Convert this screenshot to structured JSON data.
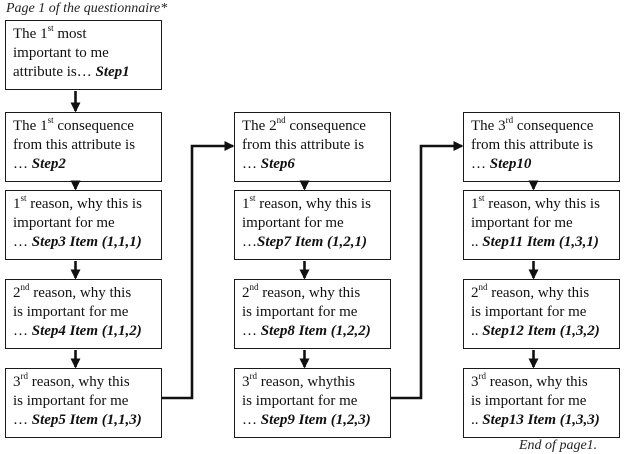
{
  "header_note": "Page 1 of the questionnaire*",
  "footer_note": "End of page1.",
  "columns": [
    {
      "boxes": [
        {
          "lines": [
            [
              {
                "t": "The 1"
              },
              {
                "t": "st",
                "sup": true
              },
              {
                "t": " most"
              }
            ],
            [
              {
                "t": "important to me"
              }
            ],
            [
              {
                "t": "attribute is… "
              },
              {
                "t": "Step1",
                "em": true
              }
            ]
          ]
        },
        {
          "lines": [
            [
              {
                "t": "The 1"
              },
              {
                "t": "st",
                "sup": true
              },
              {
                "t": " consequence"
              }
            ],
            [
              {
                "t": "from this attribute is"
              }
            ],
            [
              {
                "t": "… "
              },
              {
                "t": "Step2",
                "em": true
              }
            ]
          ]
        },
        {
          "lines": [
            [
              {
                "t": "1"
              },
              {
                "t": "st",
                "sup": true
              },
              {
                "t": " reason, why this is"
              }
            ],
            [
              {
                "t": "important for me"
              }
            ],
            [
              {
                "t": "… "
              },
              {
                "t": "Step3 Item (1,1,1)",
                "em": true
              }
            ]
          ]
        },
        {
          "lines": [
            [
              {
                "t": "2"
              },
              {
                "t": "nd",
                "sup": true
              },
              {
                "t": " reason, why this"
              }
            ],
            [
              {
                "t": "is important for me"
              }
            ],
            [
              {
                "t": "… "
              },
              {
                "t": "Step4 Item (1,1,2)",
                "em": true
              }
            ]
          ]
        },
        {
          "lines": [
            [
              {
                "t": "3"
              },
              {
                "t": "rd",
                "sup": true
              },
              {
                "t": " reason, why this"
              }
            ],
            [
              {
                "t": "is important for me"
              }
            ],
            [
              {
                "t": "… "
              },
              {
                "t": "Step5 Item (1,1,3)",
                "em": true
              }
            ]
          ]
        }
      ]
    },
    {
      "boxes": [
        {
          "lines": [
            [
              {
                "t": "The 2"
              },
              {
                "t": "nd",
                "sup": true
              },
              {
                "t": " consequence"
              }
            ],
            [
              {
                "t": "from this attribute is"
              }
            ],
            [
              {
                "t": "… "
              },
              {
                "t": "Step6",
                "em": true
              }
            ]
          ]
        },
        {
          "lines": [
            [
              {
                "t": "1"
              },
              {
                "t": "st",
                "sup": true
              },
              {
                "t": " reason, why this is"
              }
            ],
            [
              {
                "t": "important for me"
              }
            ],
            [
              {
                "t": "…"
              },
              {
                "t": "Step7 Item (1,2,1)",
                "em": true
              }
            ]
          ]
        },
        {
          "lines": [
            [
              {
                "t": "2"
              },
              {
                "t": "nd",
                "sup": true
              },
              {
                "t": " reason, why this"
              }
            ],
            [
              {
                "t": "is important for me"
              }
            ],
            [
              {
                "t": "… "
              },
              {
                "t": "Step8 Item (1,2,2)",
                "em": true
              }
            ]
          ]
        },
        {
          "lines": [
            [
              {
                "t": "3"
              },
              {
                "t": "rd",
                "sup": true
              },
              {
                "t": " reason, whythis"
              }
            ],
            [
              {
                "t": "is important for me"
              }
            ],
            [
              {
                "t": "… "
              },
              {
                "t": "Step9 Item (1,2,3)",
                "em": true
              }
            ]
          ]
        }
      ]
    },
    {
      "boxes": [
        {
          "lines": [
            [
              {
                "t": "The 3"
              },
              {
                "t": "rd",
                "sup": true
              },
              {
                "t": " consequence"
              }
            ],
            [
              {
                "t": "from this attribute is"
              }
            ],
            [
              {
                "t": "… "
              },
              {
                "t": "Step10",
                "em": true
              }
            ]
          ]
        },
        {
          "lines": [
            [
              {
                "t": "1"
              },
              {
                "t": "st",
                "sup": true
              },
              {
                "t": " reason, why this is"
              }
            ],
            [
              {
                "t": "important for me"
              }
            ],
            [
              {
                "t": ".. "
              },
              {
                "t": "Step11 Item (1,3,1)",
                "em": true
              }
            ]
          ]
        },
        {
          "lines": [
            [
              {
                "t": "2"
              },
              {
                "t": "nd",
                "sup": true
              },
              {
                "t": " reason, why this"
              }
            ],
            [
              {
                "t": "is important for me"
              }
            ],
            [
              {
                "t": ".. "
              },
              {
                "t": "Step12 Item (1,3,2)",
                "em": true
              }
            ]
          ]
        },
        {
          "lines": [
            [
              {
                "t": "3"
              },
              {
                "t": "rd",
                "sup": true
              },
              {
                "t": " reason, why this"
              }
            ],
            [
              {
                "t": "is important for me"
              }
            ],
            [
              {
                "t": ".. "
              },
              {
                "t": "Step13 Item (1,3,3)",
                "em": true
              }
            ]
          ]
        }
      ]
    }
  ]
}
